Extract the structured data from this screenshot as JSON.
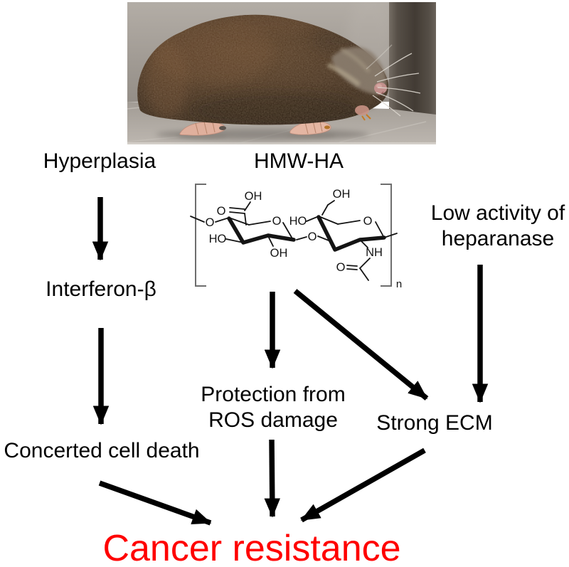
{
  "diagram": {
    "nodes": {
      "hyperplasia": "Hyperplasia",
      "hmw_ha": "HMW-HA",
      "low_activity_line1": "Low activity of",
      "low_activity_line2": "heparanase",
      "interferon_beta": "Interferon-β",
      "protection_line1": "Protection from",
      "protection_line2": "ROS damage",
      "concerted_cell_death": "Concerted cell death",
      "strong_ecm": "Strong ECM",
      "cancer_resistance": "Cancer resistance"
    },
    "colors": {
      "text": "#000000",
      "arrow": "#000000",
      "cancer_resistance_text": "#ff0000"
    }
  },
  "chem_structure": {
    "labels": {
      "oh_top_left": "OH",
      "o_carbonyl": "O",
      "o_chain_left": "O",
      "ho_left": "HO",
      "o_ring_left": "O",
      "oh_bottom_left": "OH",
      "o_glycosidic": "O",
      "ho_right": "HO",
      "oh_top_right": "OH",
      "o_ring_right": "O",
      "nh": "NH",
      "o_acetyl": "O",
      "repeat_subscript": "n"
    }
  }
}
